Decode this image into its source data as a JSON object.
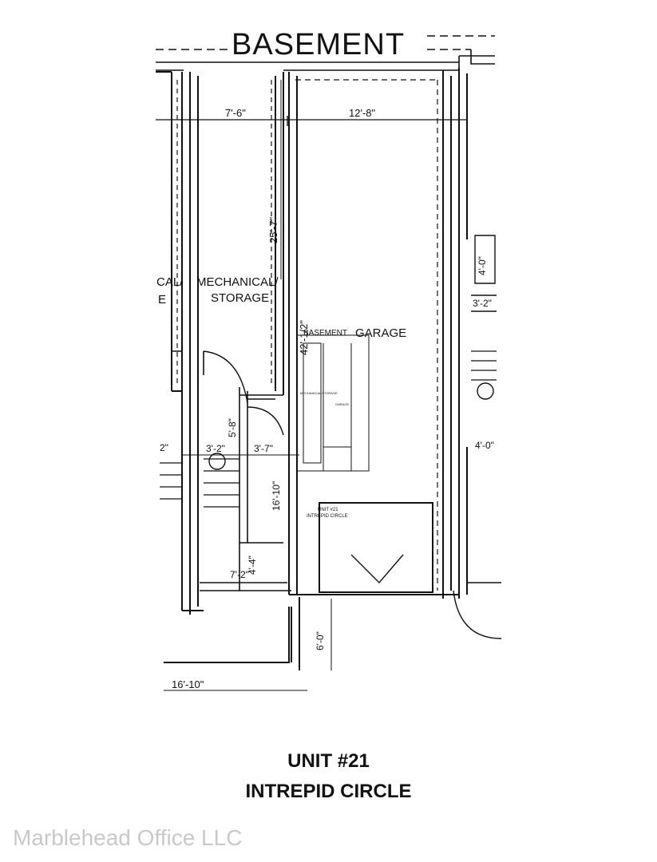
{
  "plan": {
    "title": "BASEMENT",
    "rooms": {
      "mech_left_partial_1": "CAL/",
      "mech_left_partial_2": "E",
      "mech_1": "MECHANICAL/",
      "mech_2": "STORAGE",
      "basement_small": "BASEMENT",
      "garage": "GARAGE",
      "inset_mech": "MECHANICAL STORAGE",
      "inset_garage": "GARAGE",
      "inset_unit_1": "UNIT #21",
      "inset_unit_2": "INTREPID CIRCLE"
    },
    "dimensions": {
      "w_left": "7'-6\"",
      "w_garage": "12'-8\"",
      "h_mech": "25'-7\"",
      "h_garage": "42'-1/2\"",
      "right_4_0_top": "4'-0\"",
      "right_3_2": "3'-2\"",
      "right_4_0_mid": "4'-0\"",
      "left_2": "2\"",
      "d_3_2": "3'-2\"",
      "d_3_7": "3'-7\"",
      "d_5_8": "5'-8\"",
      "d_16_10_v": "16'-10\"",
      "d_7_2": "7'-2\"",
      "d_4_4": "4'-4\"",
      "d_6_0": "6'-0\"",
      "d_16_10_h": "16'-10\""
    }
  },
  "caption": {
    "line1": "UNIT #21",
    "line2": "INTREPID CIRCLE"
  },
  "watermark": "Marblehead Office LLC"
}
